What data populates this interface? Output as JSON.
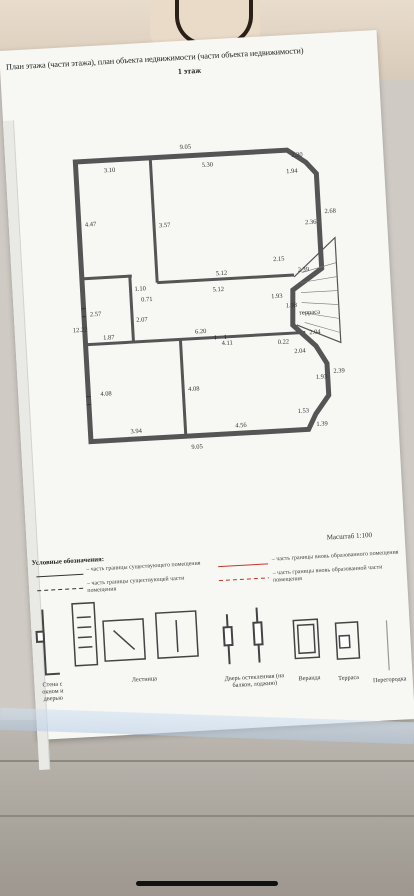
{
  "document": {
    "title": "План этажа (части этажа), план объекта недвижимости (части объекта недвижимости)",
    "floor": "1 этаж",
    "scale": "Масштаб 1:100",
    "terrace_label": "терраса"
  },
  "dimensions": {
    "top_total": "9.05",
    "bottom_total": "9.05",
    "left_total": "12.22",
    "room_tl_width": "3.10",
    "room_tr_width": "5.30",
    "diag_top": "2.30",
    "diag_top2": "1.94",
    "right_upper": "2.68",
    "right_upper2": "2.36",
    "room_tl_height": "4.47",
    "room_tr_height": "3.57",
    "stair_width": "1.10",
    "corridor_top": "5.12",
    "corridor_bottom": "5.12",
    "small_w": "0.71",
    "left_mid": "2.57",
    "small_h": "2.07",
    "bath_w": "1.87",
    "corridor_len": "6.20",
    "bed_right_w": "4.11",
    "terrace_diag": "2.15",
    "terrace_diag2": "2.39",
    "terrace_v": "1.93",
    "terrace_v2": "1.98",
    "wall_0": "0.22",
    "diag_low": "2.04",
    "diag_low2": "2.04",
    "room_bl_height": "4.08",
    "room_br_height": "4.08",
    "right_low": "1.93",
    "right_low2": "2.39",
    "diag_bottom": "1.53",
    "diag_bottom2": "1.39",
    "room_bl_width": "3.94",
    "room_br_width": "4.56"
  },
  "legend": {
    "title": "Условные обозначения:",
    "items": [
      "– часть границы существующего помещения",
      "– часть границы существующей части помещения",
      "– часть границы вновь образованного помещения",
      "– часть границы вновь образованной части помещения"
    ],
    "colors": {
      "existing": "#333333",
      "new": "#c0392b"
    }
  },
  "symbols": {
    "wall": "Стена с окном и дверью",
    "stairs": "Лестница",
    "glazed_door": "Дверь остекленная (на балкон, лоджию)",
    "veranda": "Веранда",
    "terrace": "Терраса",
    "partition": "Перегородка"
  }
}
